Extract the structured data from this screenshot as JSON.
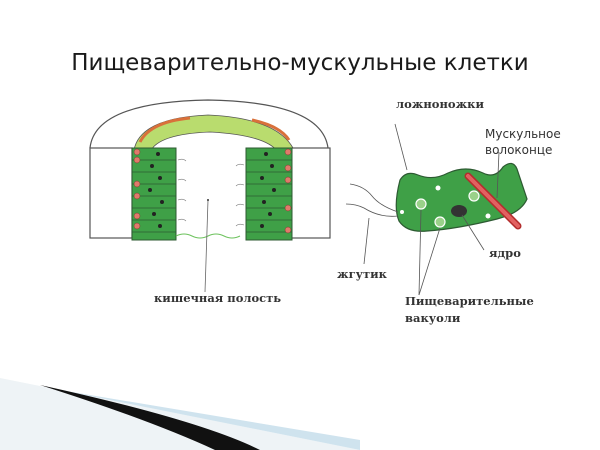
{
  "slide": {
    "title": "Пищеварительно-мускульные клетки"
  },
  "diagram": {
    "labels": {
      "intestinal_cavity": "кишечная полость",
      "pseudopods": "ложноножки",
      "muscle_fiber_line1": "Мускульное",
      "muscle_fiber_line2": "волоконце",
      "nucleus": "ядро",
      "flagellum": "жгутик",
      "digestive_vacuoles_line1": "Пищеварительные",
      "digestive_vacuoles_line2": "вакуоли"
    },
    "colors": {
      "cell_green": "#3fa047",
      "cell_dark_green": "#2e7d3b",
      "light_green": "#b9dc6e",
      "muscle_red": "#d9534f",
      "nucleus": "#333333"
    }
  }
}
